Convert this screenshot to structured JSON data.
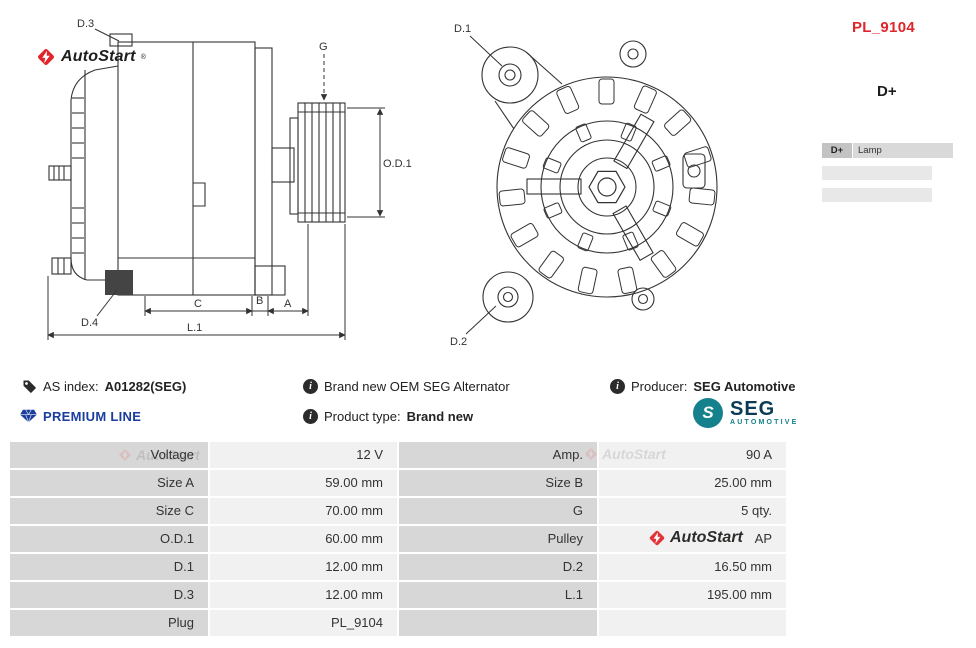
{
  "header": {
    "part_number": "PL_9104",
    "terminal": "D+"
  },
  "brand": {
    "name": "AutoStart",
    "registered": "®"
  },
  "connector_table": {
    "terminal": "D+",
    "function": "Lamp"
  },
  "diagram": {
    "side": {
      "d3": "D.3",
      "g": "G",
      "od1": "O.D.1",
      "d4": "D.4",
      "c": "C",
      "b": "B",
      "a": "A",
      "l1": "L.1"
    },
    "front": {
      "d1": "D.1",
      "d2": "D.2"
    }
  },
  "info": {
    "as_index_label": "AS index:",
    "as_index_value": "A01282(SEG)",
    "description": "Brand new OEM SEG Alternator",
    "producer_label": "Producer:",
    "producer_value": "SEG Automotive",
    "premium_line": "PREMIUM LINE",
    "product_type_label": "Product type:",
    "product_type_value": "Brand new"
  },
  "seg_logo": {
    "letter": "S",
    "name": "SEG",
    "sub": "AUTOMOTIVE"
  },
  "spec": {
    "rows": [
      {
        "l1": "Voltage",
        "v1": "12 V",
        "l2": "Amp.",
        "v2": "90 A"
      },
      {
        "l1": "Size A",
        "v1": "59.00 mm",
        "l2": "Size B",
        "v2": "25.00 mm"
      },
      {
        "l1": "Size C",
        "v1": "70.00 mm",
        "l2": "G",
        "v2": "5 qty."
      },
      {
        "l1": "O.D.1",
        "v1": "60.00 mm",
        "l2": "Pulley",
        "v2": "AP"
      },
      {
        "l1": "D.1",
        "v1": "12.00 mm",
        "l2": "D.2",
        "v2": "16.50 mm"
      },
      {
        "l1": "D.3",
        "v1": "12.00 mm",
        "l2": "L.1",
        "v2": "195.00 mm"
      },
      {
        "l1": "Plug",
        "v1": "PL_9104",
        "l2": "",
        "v2": ""
      }
    ]
  },
  "colors": {
    "accent_red": "#e0252b",
    "premium_blue": "#1b3e9e",
    "seg_teal": "#15818d",
    "seg_navy": "#0b3b55"
  }
}
